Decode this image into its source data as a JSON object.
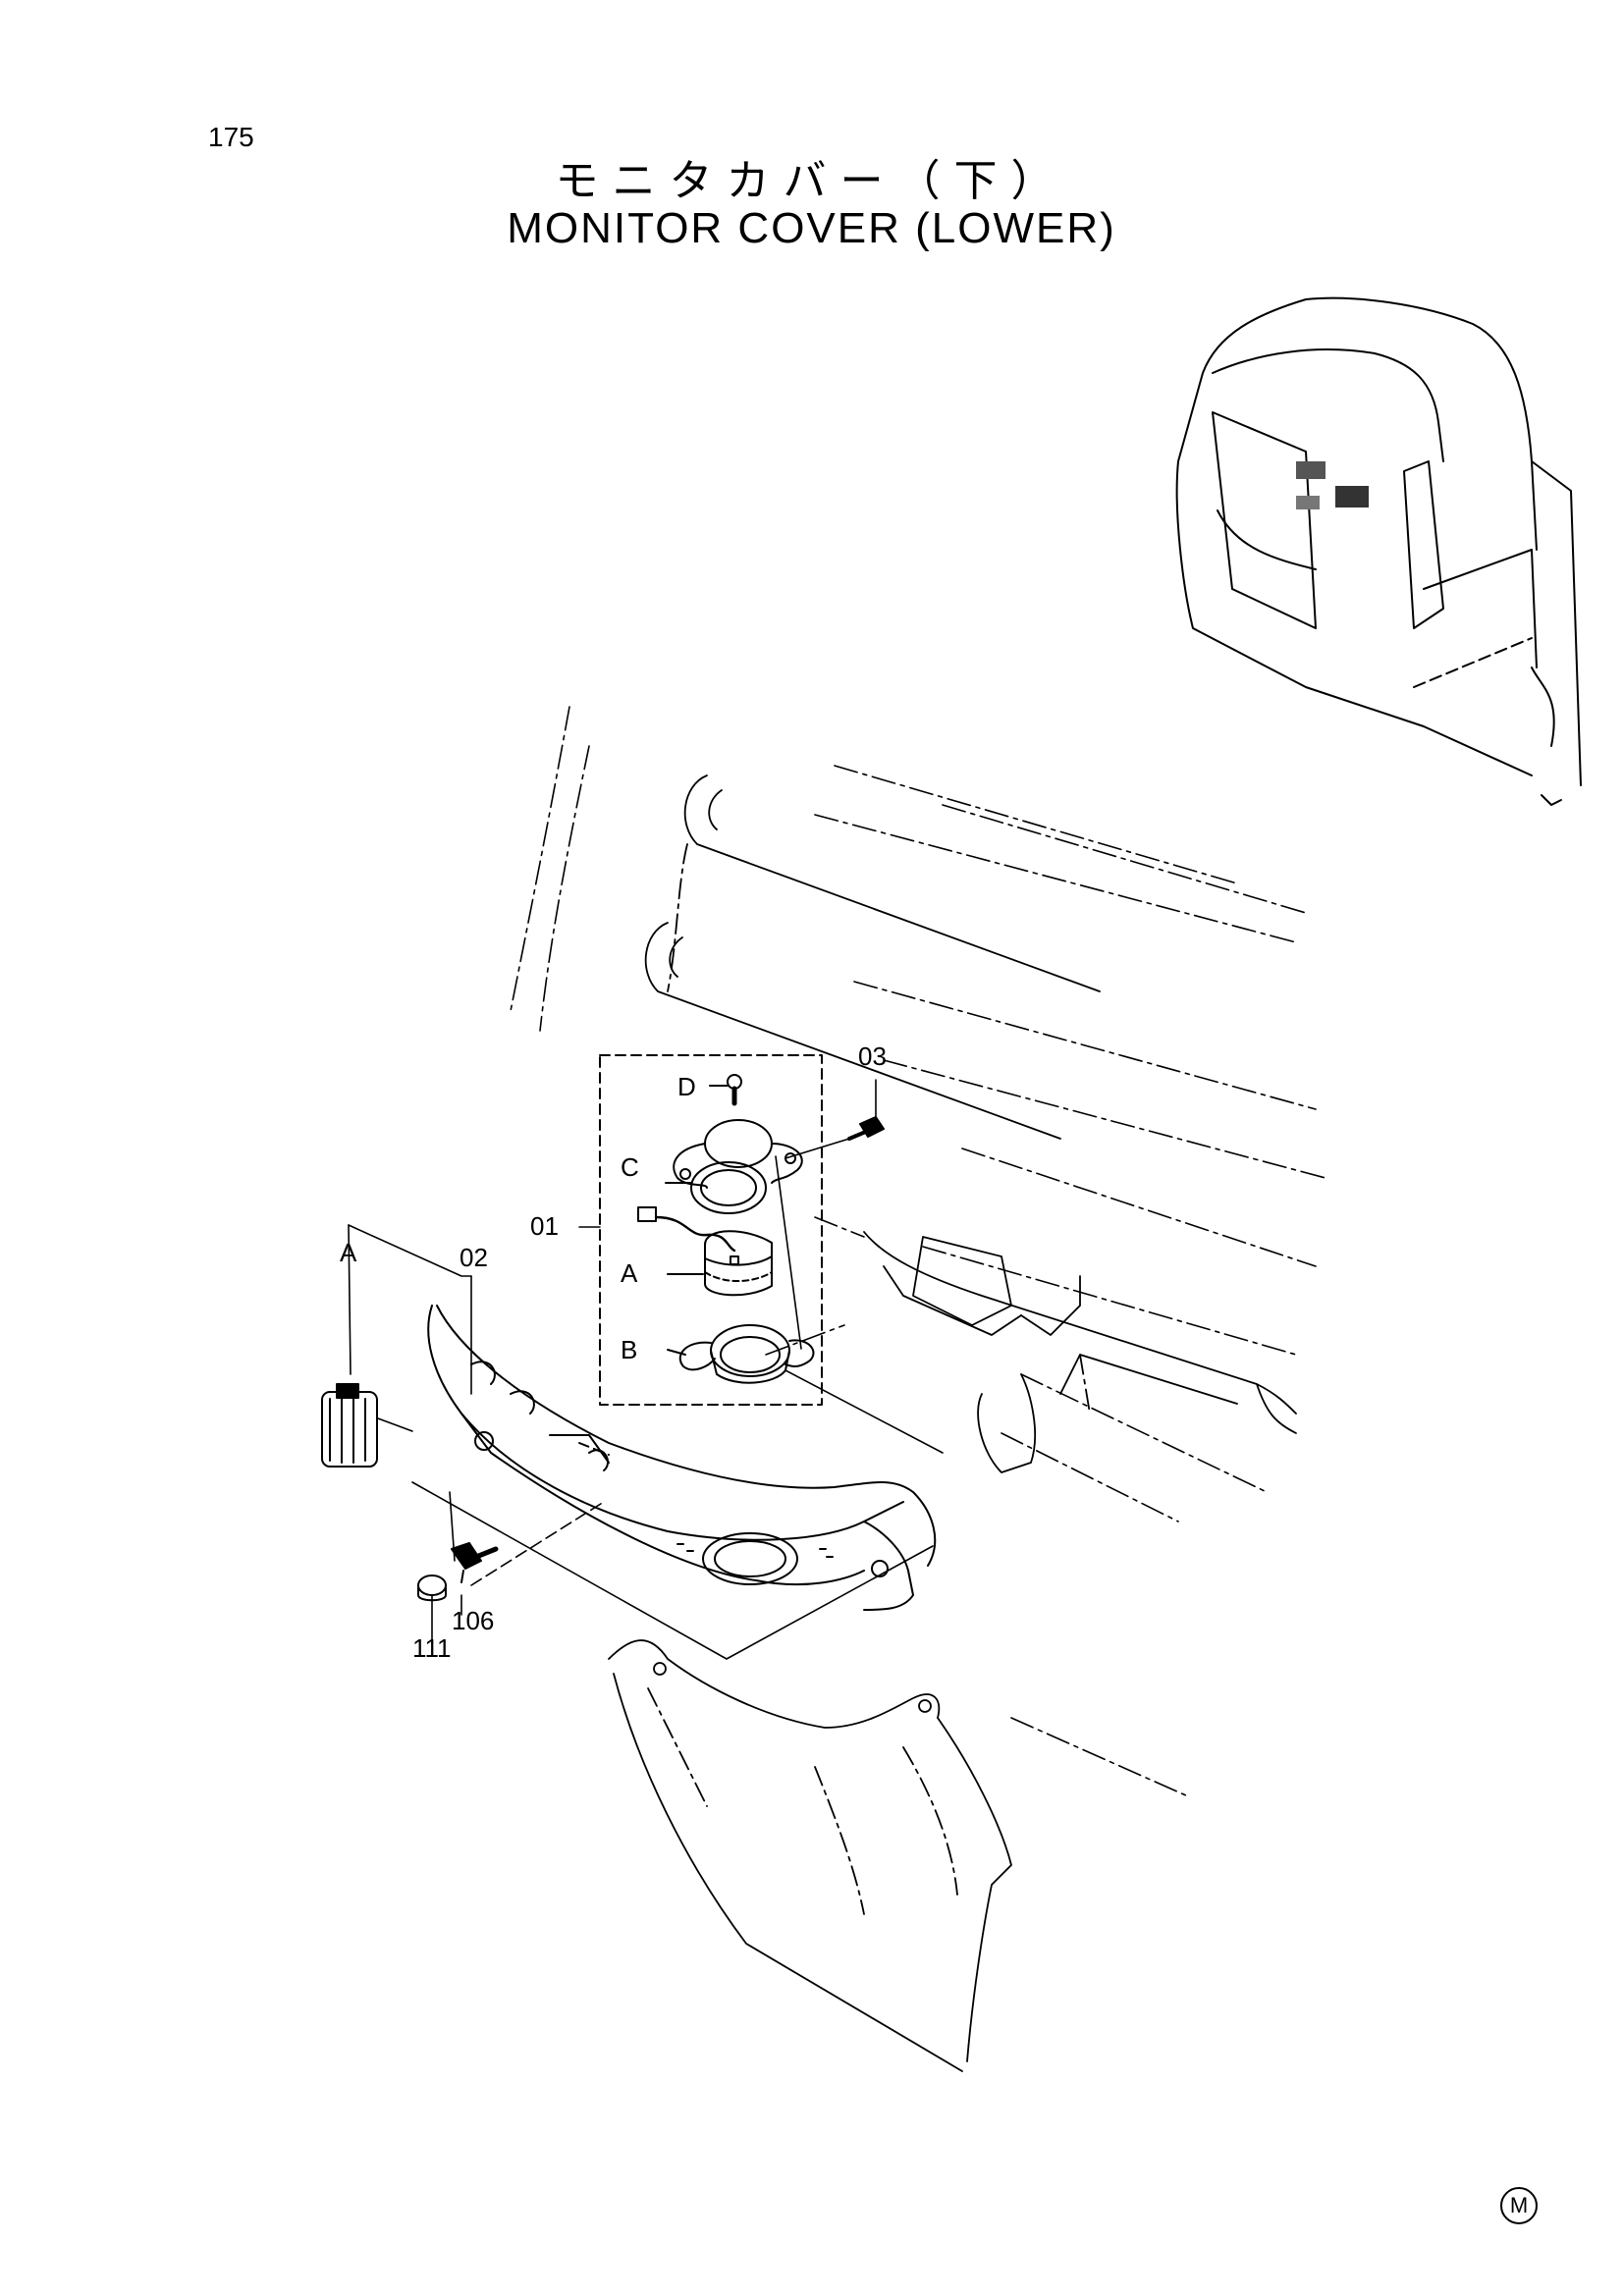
{
  "page": {
    "number": "175"
  },
  "title": {
    "japanese": "モニタカバー（下）",
    "english": "MONITOR COVER (LOWER)"
  },
  "callouts": {
    "c01": "01",
    "c02": "02",
    "c03": "03",
    "c106": "106",
    "c111": "111",
    "cA_top": "A",
    "cA": "A",
    "cB": "B",
    "cC": "C",
    "cD": "D"
  },
  "mark": "M"
}
